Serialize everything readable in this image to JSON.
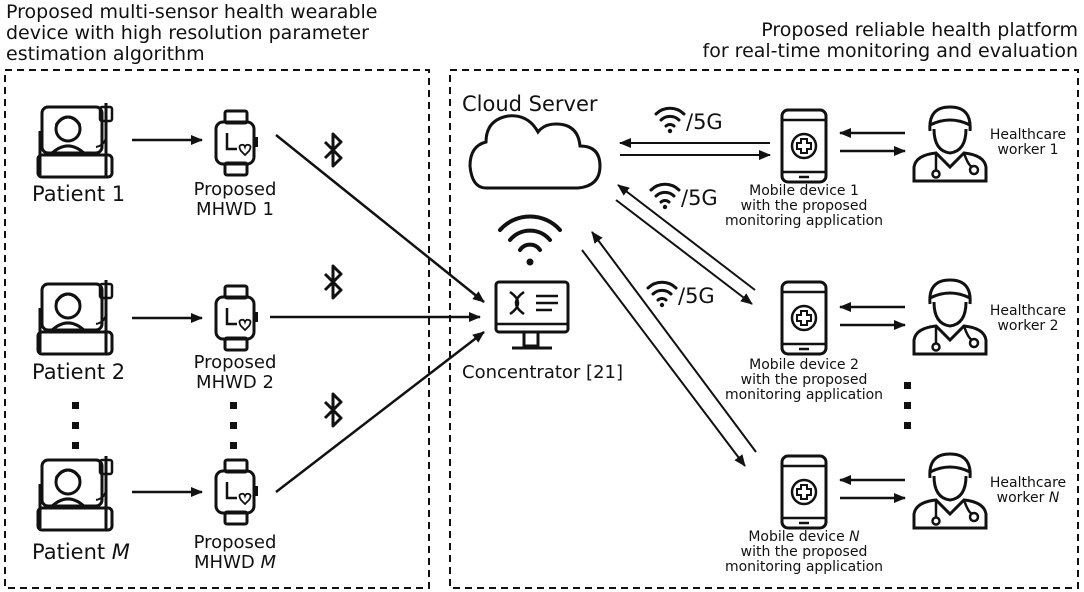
{
  "left_panel": {
    "title_lines": [
      "Proposed multi-sensor health wearable",
      "device with high resolution parameter",
      "estimation algorithm"
    ],
    "patients": [
      {
        "name": "Patient 1",
        "name_italic": "",
        "device_line1": "Proposed",
        "device_line2": "MHWD 1",
        "device_italic": ""
      },
      {
        "name": "Patient 2",
        "name_italic": "",
        "device_line1": "Proposed",
        "device_line2": "MHWD 2",
        "device_italic": ""
      },
      {
        "name": "Patient ",
        "name_italic": "M",
        "device_line1": "Proposed",
        "device_line2": "MHWD ",
        "device_italic": "M"
      }
    ]
  },
  "right_panel": {
    "title_lines": [
      "Proposed reliable health platform",
      "for real-time monitoring and evaluation"
    ],
    "cloud_label": "Cloud Server",
    "concentrator_label": "Concentrator [21]",
    "wireless_label": "/5G",
    "mobiles": [
      {
        "line1": "Mobile device 1",
        "line1_italic": "",
        "line2": "with the proposed",
        "line3": "monitoring application"
      },
      {
        "line1": "Mobile device 2",
        "line1_italic": "",
        "line2": "with the proposed",
        "line3": "monitoring application"
      },
      {
        "line1": "Mobile device ",
        "line1_italic": "N",
        "line2": "with the proposed",
        "line3": "monitoring application"
      }
    ],
    "workers": [
      {
        "line1": "Healthcare",
        "line2": "worker 1",
        "line2_italic": ""
      },
      {
        "line1": "Healthcare",
        "line2": "worker 2",
        "line2_italic": ""
      },
      {
        "line1": "Healthcare",
        "line2": "worker ",
        "line2_italic": "N"
      }
    ]
  },
  "icons": {
    "patient": "patient-bed-icon",
    "watch": "smartwatch-icon",
    "bluetooth": "bluetooth-icon",
    "cloud": "cloud-icon",
    "wifi": "wifi-icon",
    "concentrator": "dna-monitor-icon",
    "mobile": "medical-phone-icon",
    "doctor": "doctor-icon"
  },
  "colors": {
    "ink": "#111111",
    "background": "#ffffff"
  }
}
